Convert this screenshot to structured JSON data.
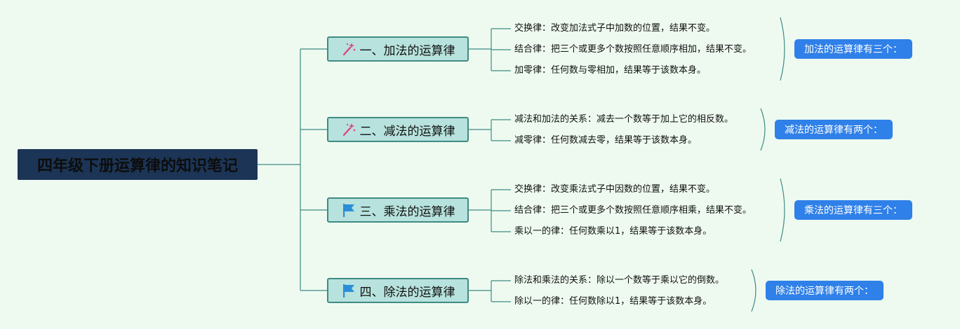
{
  "root": {
    "title": "四年级下册运算律的知识笔记"
  },
  "colors": {
    "root_bg": "#1c3556",
    "branch_bg": "#b7e2dd",
    "branch_border": "#3f8b82",
    "summary_bg": "#2f80e8",
    "wand": "#e23b7c",
    "flag": "#2a8fd6"
  },
  "branches": [
    {
      "title": "一、加法的运算律",
      "icon": "magic-wand-icon",
      "leaves": [
        "交换律：改变加法式子中加数的位置，结果不变。",
        "结合律：把三个或更多个数按照任意顺序相加，结果不变。",
        "加零律：任何数与零相加，结果等于该数本身。"
      ],
      "summary": "加法的运算律有三个："
    },
    {
      "title": "二、减法的运算律",
      "icon": "magic-wand-icon",
      "leaves": [
        "减法和加法的关系：减去一个数等于加上它的相反数。",
        "减零律：任何数减去零，结果等于该数本身。"
      ],
      "summary": "减法的运算律有两个："
    },
    {
      "title": "三、乘法的运算律",
      "icon": "flag-icon",
      "leaves": [
        "交换律：改变乘法式子中因数的位置，结果不变。",
        "结合律：把三个或更多个数按照任意顺序相乘，结果不变。",
        "乘以一的律：任何数乘以1，结果等于该数本身。"
      ],
      "summary": "乘法的运算律有三个："
    },
    {
      "title": "四、除法的运算律",
      "icon": "flag-icon",
      "leaves": [
        "除法和乘法的关系：除以一个数等于乘以它的倒数。",
        "除以一的律：任何数除以1，结果等于该数本身。"
      ],
      "summary": "除法的运算律有两个："
    }
  ]
}
